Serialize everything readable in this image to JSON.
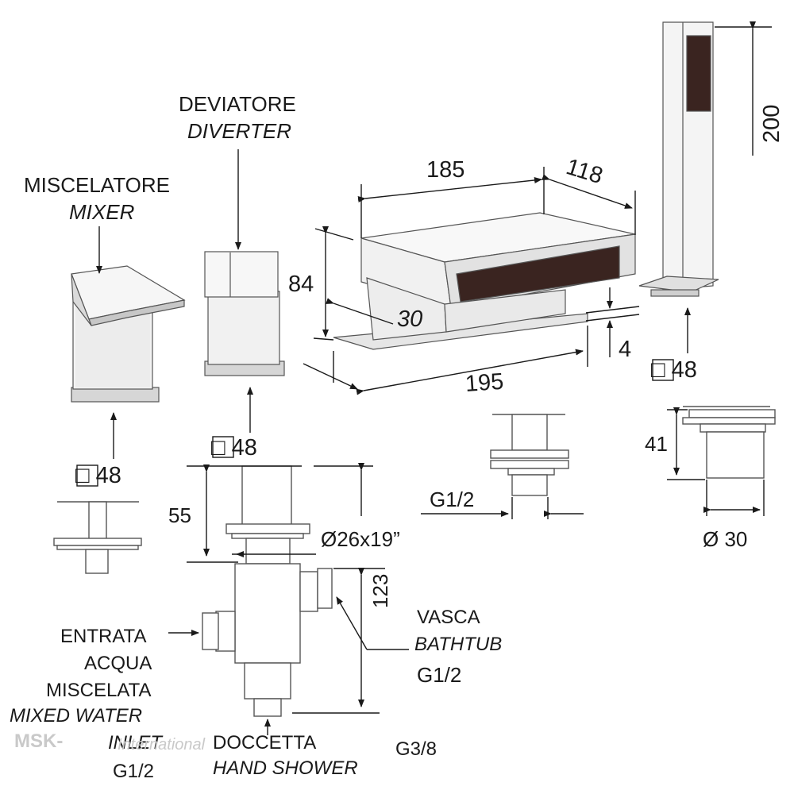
{
  "labels": {
    "deviatore": "DEVIATORE",
    "diverter": "DIVERTER",
    "miscelatore": "MISCELATORE",
    "mixer": "MIXER",
    "entrata": "ENTRATA",
    "acqua": "ACQUA",
    "miscelata": "MISCELATA",
    "mixed_water": "MIXED WATER",
    "inlet": "INLET",
    "inlet_thread": "G1/2",
    "doccetta": "DOCCETTA",
    "hand_shower": "HAND SHOWER",
    "shower_thread": "G3/8",
    "vasca": "VASCA",
    "bathtub": "BATHTUB",
    "bathtub_thread": "G1/2",
    "spout_thread": "G1/2"
  },
  "dimensions": {
    "spout_width": "185",
    "spout_depth": "118",
    "shower_height": "200",
    "spout_height": "84",
    "spout_angle": "30",
    "plate_thickness": "4",
    "spout_base_width": "195",
    "shower_base_square": "□ 48",
    "diverter_square": "□ 48",
    "mixer_square": "□ 48",
    "cartridge_height": "55",
    "cartridge_thread": "Ø26x19”",
    "body_height": "123",
    "shower_holder_height": "41",
    "shower_holder_diameter": "Ø 30"
  },
  "watermark": {
    "brand": "MSK-",
    "suffix": "International"
  },
  "colors": {
    "line": "#1a1a1a",
    "chrome_light": "#f1f1f1",
    "chrome_mid": "#cfcfcf",
    "chrome_dark": "#8a8a8a",
    "spout_inner": "#3a2420",
    "watermark": "#c9c9c9"
  }
}
